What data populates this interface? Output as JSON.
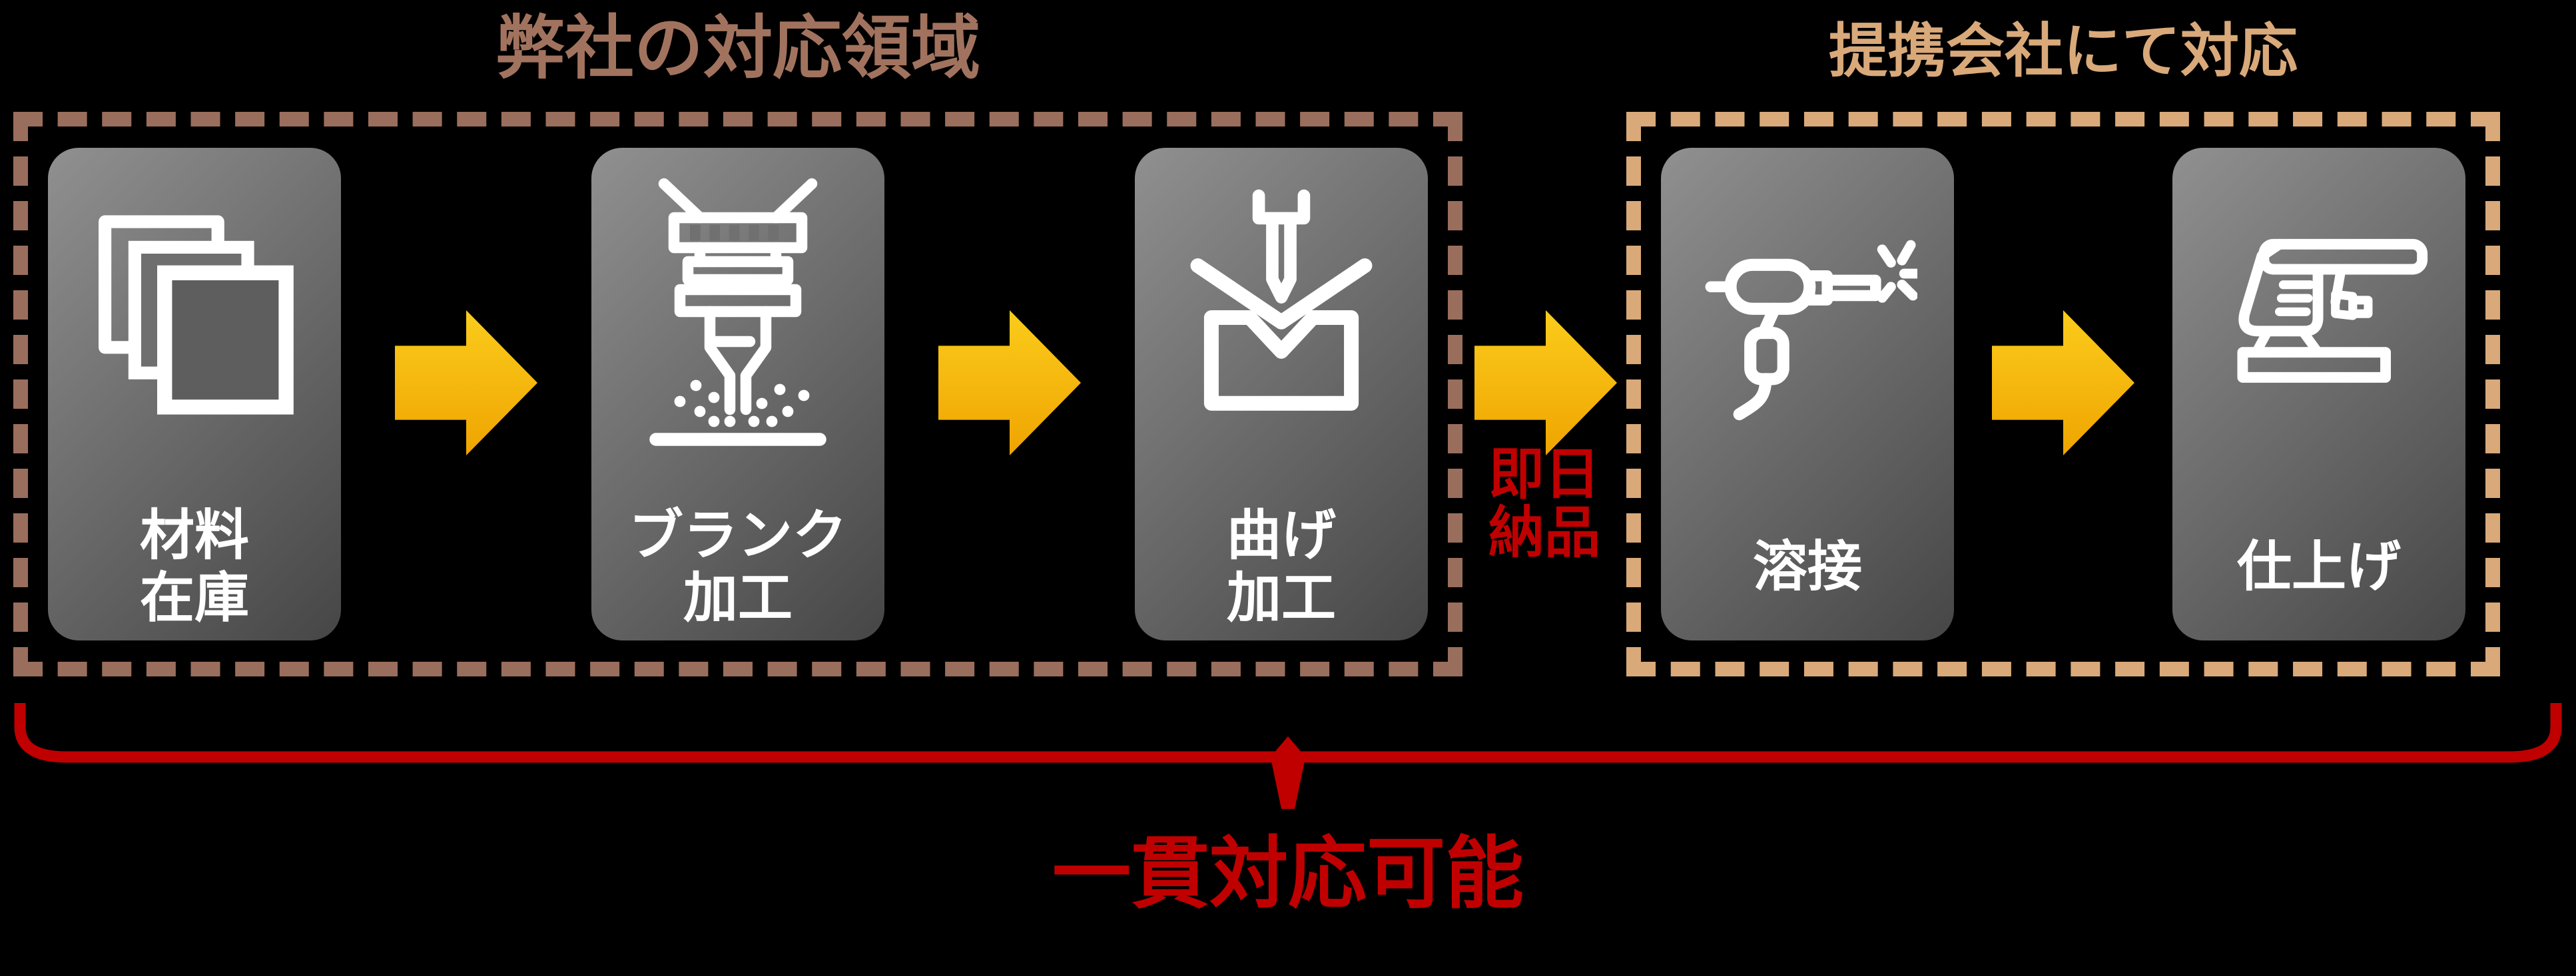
{
  "diagram": {
    "background": "#000000",
    "accent_red": "#C00000",
    "arrow_gradient_top": "#FBCC1C",
    "arrow_gradient_bottom": "#EFA400",
    "step_box_gradient_top": "#909090",
    "step_box_gradient_bottom": "#464646",
    "company_group": {
      "title": "弊社の対応領域",
      "border_color": "#9A6E5C",
      "title_color": "#A1735E",
      "steps": [
        {
          "icon": "stacked-sheets-icon",
          "line1": "材料",
          "line2": "在庫"
        },
        {
          "icon": "laser-cutting-icon",
          "line1": "ブランク",
          "line2": "加工"
        },
        {
          "icon": "press-brake-bending-icon",
          "line1": "曲げ",
          "line2": "加工"
        }
      ]
    },
    "partner_group": {
      "title": "提携会社にて対応",
      "border_color": "#D9A97A",
      "title_color": "#D9A97A",
      "steps": [
        {
          "icon": "welding-torch-icon",
          "line1": "溶接"
        },
        {
          "icon": "sander-finishing-icon",
          "line1": "仕上げ"
        }
      ]
    },
    "between_groups": {
      "line1": "即日",
      "line2": "納品",
      "color": "#C00000"
    },
    "bottom_bracket_label": "一貫対応可能"
  }
}
